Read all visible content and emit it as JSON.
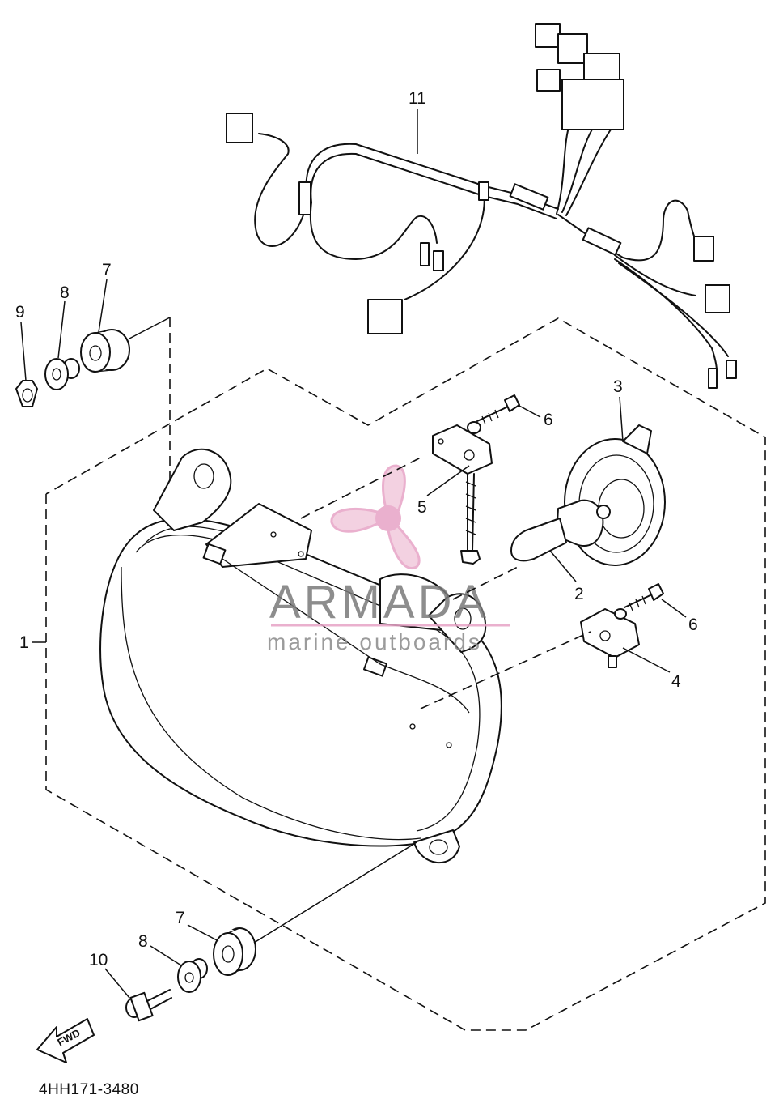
{
  "diagram": {
    "part_number": "4HH171-3480",
    "fwd_label": "FWD",
    "callouts": {
      "c1": "1",
      "c2": "2",
      "c3": "3",
      "c4": "4",
      "c5": "5",
      "c6a": "6",
      "c6b": "6",
      "c7a": "7",
      "c7b": "7",
      "c8a": "8",
      "c8b": "8",
      "c9": "9",
      "c10": "10",
      "c11": "11"
    }
  },
  "watermark": {
    "title": "ARMADA",
    "subtitle": "marine outboards",
    "colors": {
      "pink": "#e7a3c6",
      "pink_light": "#f2c9dc",
      "gray": "#7a7a7a"
    }
  }
}
